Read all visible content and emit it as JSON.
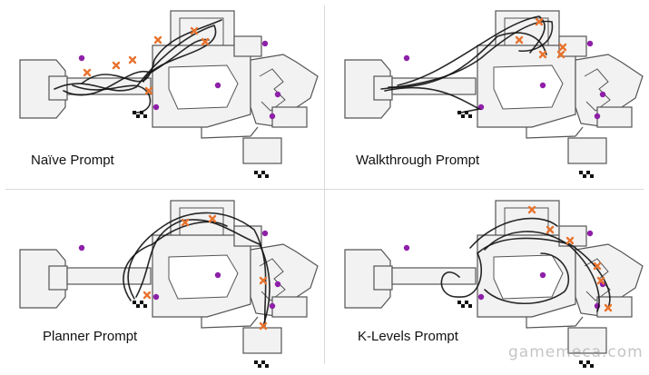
{
  "panels": [
    {
      "label": "Naïve Prompt",
      "style": "naive"
    },
    {
      "label": "Walkthrough Prompt",
      "style": "walkthrough"
    },
    {
      "label": "Planner Prompt",
      "style": "planner"
    },
    {
      "label": "K-Levels Prompt",
      "style": "klevels"
    }
  ],
  "watermark": "gamemeca.com",
  "colors": {
    "wall": "#555555",
    "room_fill": "#f2f2f2",
    "path": "#111111",
    "failure_marker": "#e8732e",
    "waypoint": "#8e1fa8"
  },
  "icons": {
    "failure_marker": "x-marker-icon",
    "waypoint": "waypoint-circle-icon",
    "goal": "checkered-flag-icon"
  }
}
